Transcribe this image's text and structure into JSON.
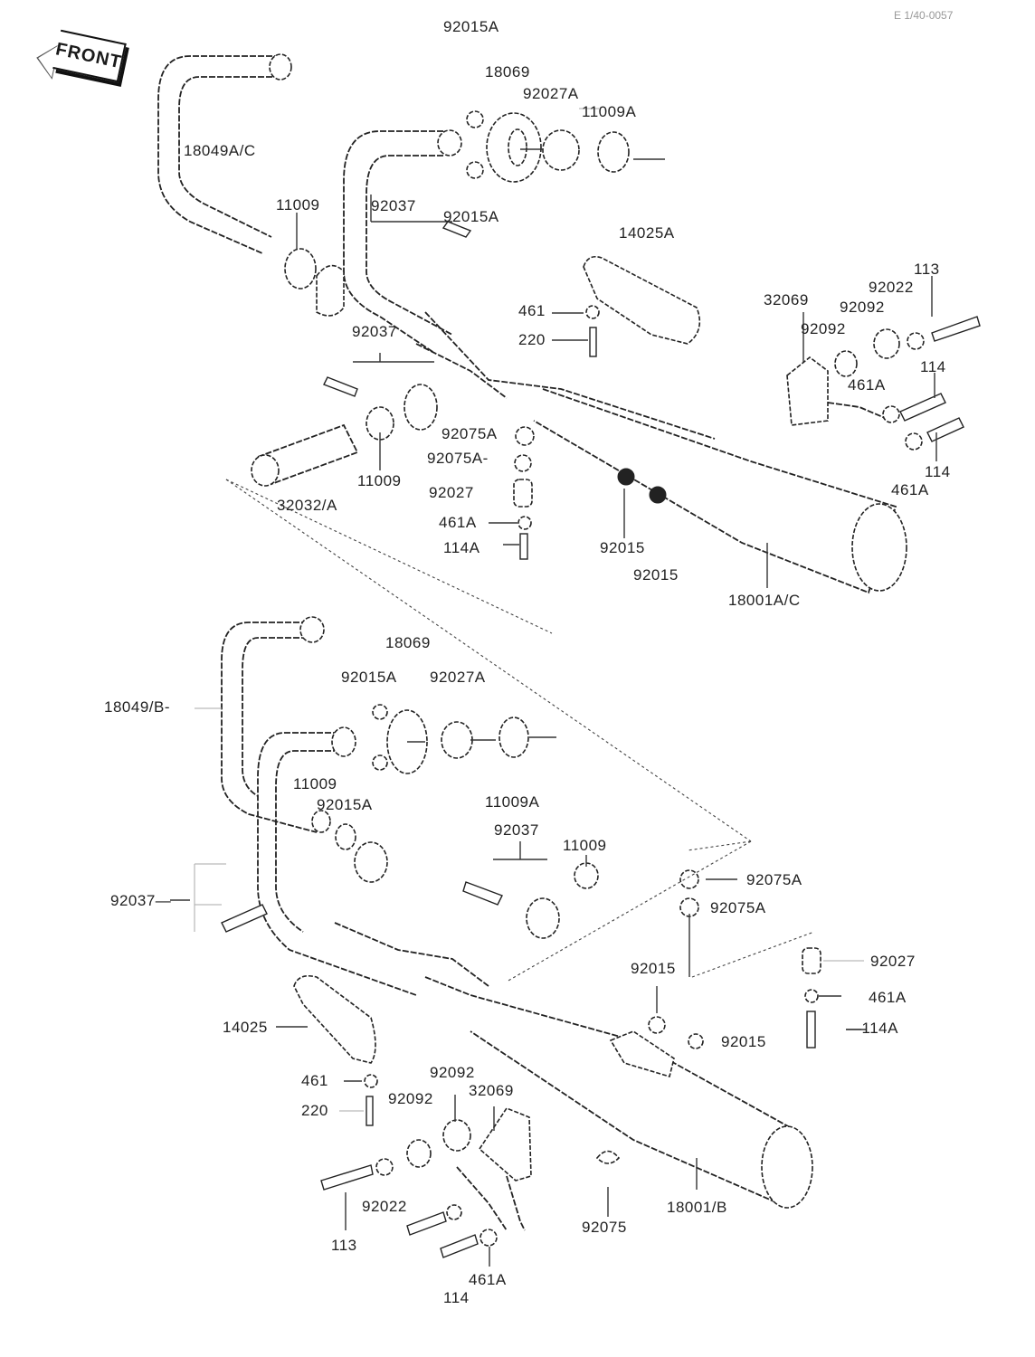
{
  "diagram": {
    "ref_code": "E 1/40-0057",
    "orientation_tag": "FRONT",
    "upper_assembly_labels": [
      {
        "id": "u-92015A-top",
        "text": "92015A"
      },
      {
        "id": "u-18069",
        "text": "18069"
      },
      {
        "id": "u-92027A",
        "text": "92027A"
      },
      {
        "id": "u-11009A",
        "text": "11009A"
      },
      {
        "id": "u-18049AC",
        "text": "18049A/C"
      },
      {
        "id": "u-11009-a",
        "text": "11009"
      },
      {
        "id": "u-92037-a",
        "text": "92037"
      },
      {
        "id": "u-92015A-bot",
        "text": "92015A"
      },
      {
        "id": "u-14025A",
        "text": "14025A"
      },
      {
        "id": "u-461",
        "text": "461"
      },
      {
        "id": "u-220",
        "text": "220"
      },
      {
        "id": "u-32069",
        "text": "32069"
      },
      {
        "id": "u-92022",
        "text": "92022"
      },
      {
        "id": "u-113",
        "text": "113"
      },
      {
        "id": "u-92092-a",
        "text": "92092"
      },
      {
        "id": "u-92092-b",
        "text": "92092"
      },
      {
        "id": "u-114-a",
        "text": "114"
      },
      {
        "id": "u-461A-a",
        "text": "461A"
      },
      {
        "id": "u-114-b",
        "text": "114"
      },
      {
        "id": "u-461A-b",
        "text": "461A"
      },
      {
        "id": "u-92037-b",
        "text": "92037"
      },
      {
        "id": "u-92075A-a",
        "text": "92075A"
      },
      {
        "id": "u-92075A-b",
        "text": "92075A-"
      },
      {
        "id": "u-92027",
        "text": "92027"
      },
      {
        "id": "u-461A-c",
        "text": "461A"
      },
      {
        "id": "u-114A",
        "text": "114A"
      },
      {
        "id": "u-11009-b",
        "text": "11009"
      },
      {
        "id": "u-32032A",
        "text": "32032/A"
      },
      {
        "id": "u-92015-a",
        "text": "92015"
      },
      {
        "id": "u-92015-b",
        "text": "92015"
      },
      {
        "id": "u-18001AC",
        "text": "18001A/C"
      }
    ],
    "lower_assembly_labels": [
      {
        "id": "l-18069",
        "text": "18069"
      },
      {
        "id": "l-92015A-a",
        "text": "92015A"
      },
      {
        "id": "l-92027A",
        "text": "92027A"
      },
      {
        "id": "l-18049B",
        "text": "18049/B-"
      },
      {
        "id": "l-11009-a",
        "text": "11009"
      },
      {
        "id": "l-92015A-b",
        "text": "92015A"
      },
      {
        "id": "l-11009A",
        "text": "11009A"
      },
      {
        "id": "l-92037-a",
        "text": "92037"
      },
      {
        "id": "l-11009-b",
        "text": "11009"
      },
      {
        "id": "l-92037-b",
        "text": "92037—"
      },
      {
        "id": "l-92075A-a",
        "text": "92075A"
      },
      {
        "id": "l-92075A-b",
        "text": "92075A"
      },
      {
        "id": "l-92015-a",
        "text": "92015"
      },
      {
        "id": "l-92027",
        "text": "92027"
      },
      {
        "id": "l-461A-a",
        "text": "461A"
      },
      {
        "id": "l-114A",
        "text": "—114A"
      },
      {
        "id": "l-92015-b",
        "text": "92015"
      },
      {
        "id": "l-14025",
        "text": "14025"
      },
      {
        "id": "l-461",
        "text": "461"
      },
      {
        "id": "l-220",
        "text": "220"
      },
      {
        "id": "l-92092-a",
        "text": "92092"
      },
      {
        "id": "l-92092-b",
        "text": "92092"
      },
      {
        "id": "l-32069",
        "text": "32069"
      },
      {
        "id": "l-92022",
        "text": "92022"
      },
      {
        "id": "l-113",
        "text": "113"
      },
      {
        "id": "l-92075",
        "text": "92075"
      },
      {
        "id": "l-18001B",
        "text": "18001/B"
      },
      {
        "id": "l-461A-b",
        "text": "461A"
      },
      {
        "id": "l-114",
        "text": "114"
      }
    ]
  }
}
